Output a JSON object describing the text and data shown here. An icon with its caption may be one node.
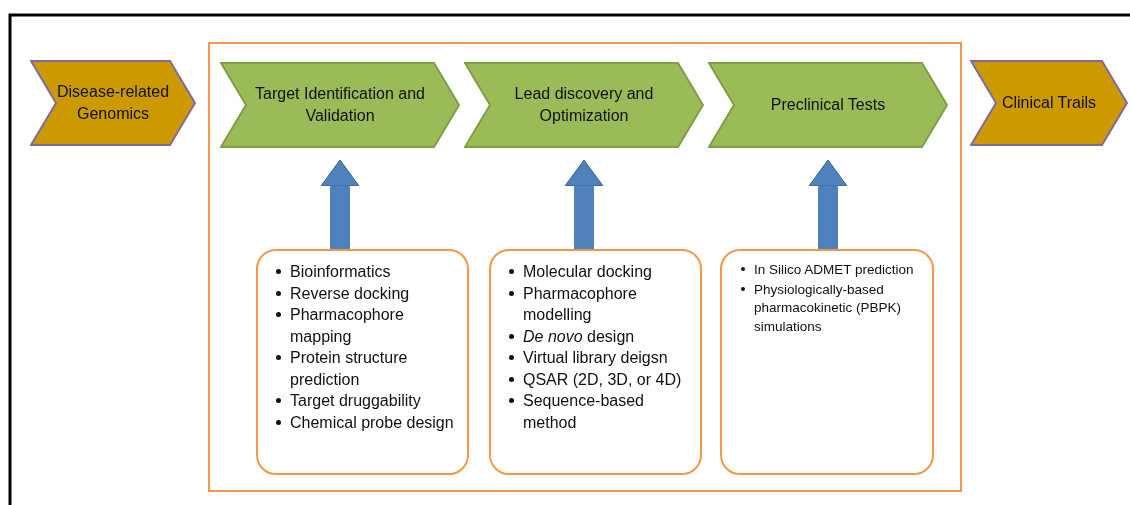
{
  "diagram": {
    "nodes": [
      {
        "text": [
          "Disease-related Genomics"
        ]
      },
      {
        "text": [],
        "shape": "box"
      },
      {
        "text": [
          "Target Identification and Validation"
        ],
        "in": 1
      },
      {
        "text": [
          "Lead discovery and Optimization"
        ],
        "in": 1
      },
      {
        "text": [
          "Preclinical Tests"
        ],
        "in": 1
      },
      {
        "text": [
          "Bioinformatics",
          "Reverse docking",
          "Pharmacophore mapping",
          "Protein structure prediction",
          "Target druggability",
          "Chemical probe design"
        ],
        "in": 1
      },
      {
        "text": [
          "Molecular docking",
          "Pharmacophore modelling",
          "*De novo* design",
          "Virtual library deigsn",
          "QSAR (2D, 3D, or 4D)",
          "Sequence-based method"
        ],
        "in": 1
      },
      {
        "text": [
          "In Silico ADMET prediction",
          "Physiologically-based pharmacokinetic (PBPK) simulations"
        ],
        "in": 1
      },
      {
        "text": [
          "Clinical Trails"
        ]
      }
    ],
    "edges": [
      {
        "from": 5,
        "to": 2,
        "arrow": "to"
      },
      {
        "from": 6,
        "to": 3,
        "arrow": "to"
      },
      {
        "from": 7,
        "to": 4,
        "arrow": "to"
      }
    ]
  }
}
